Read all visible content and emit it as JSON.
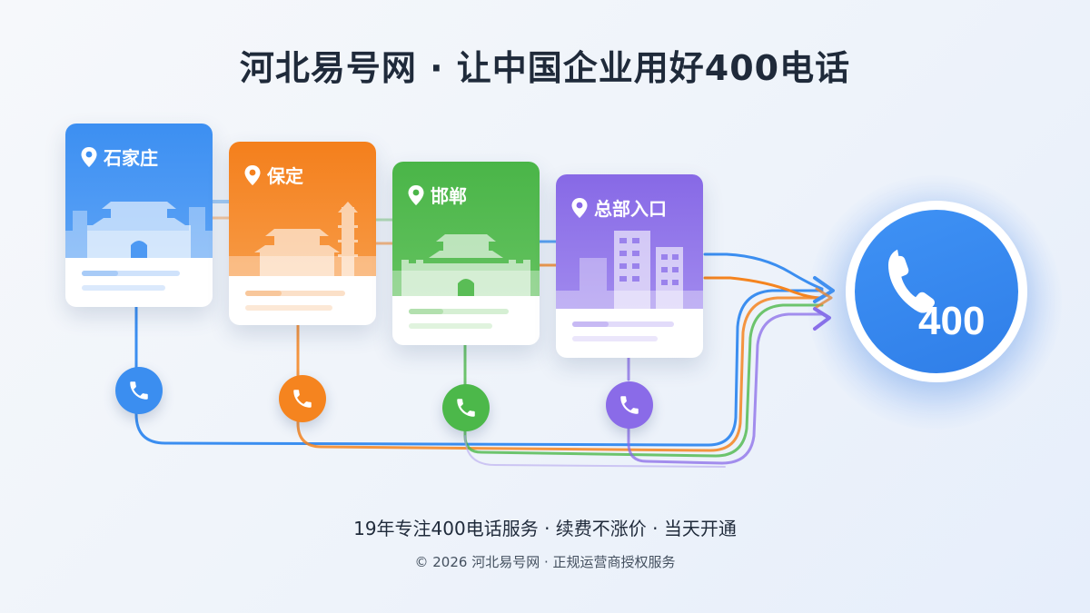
{
  "banner": {
    "title": "河北易号网 · 让中国企业用好400电话",
    "tagline": "19年专注400电话服务 · 续费不涨价 · 当天开通",
    "footer": "© 2026 河北易号网 · 正规运营商授权服务"
  },
  "cards": [
    {
      "name": "石家庄",
      "color": "#3b8ef0",
      "icon": "location-pin-icon",
      "skyline": "city-gate-icon",
      "phone_icon": "phone-icon"
    },
    {
      "name": "保定",
      "color": "#f5841f",
      "icon": "location-pin-icon",
      "skyline": "pagoda-temple-icon",
      "phone_icon": "phone-icon"
    },
    {
      "name": "邯郸",
      "color": "#4cb84a",
      "icon": "location-pin-icon",
      "skyline": "city-wall-gate-icon",
      "phone_icon": "phone-icon"
    },
    {
      "name": "总部入口",
      "color": "#8a6be8",
      "icon": "location-pin-icon",
      "skyline": "office-buildings-icon",
      "phone_icon": "phone-icon"
    }
  ],
  "hub": {
    "number": "400",
    "color": "#3a8cf2",
    "icon": "phone-handset-icon"
  }
}
